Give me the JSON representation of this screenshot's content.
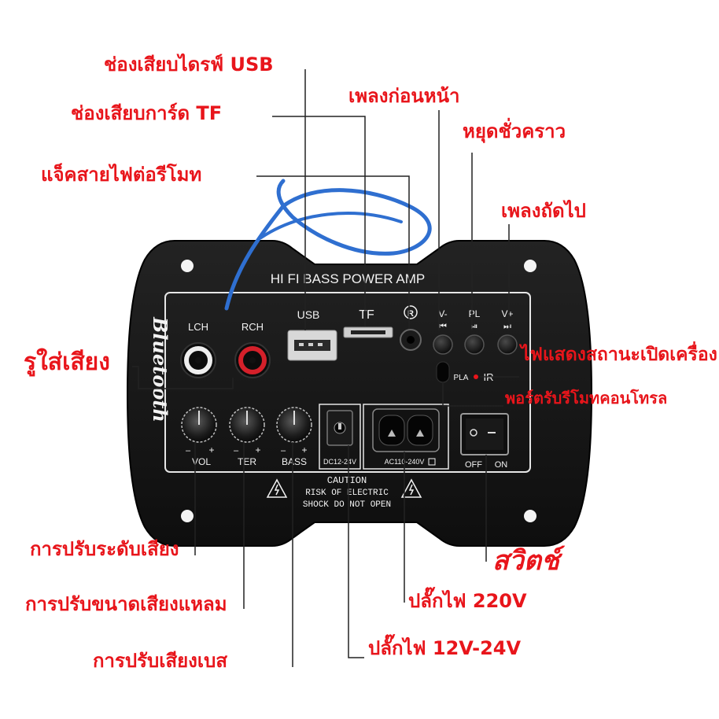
{
  "colors": {
    "callout": "#e8151b",
    "panel": "#141414",
    "silkscreen": "#f2f2f2",
    "wire": "#2f6fd0",
    "rca_left_ring": "#eeeeee",
    "rca_right_ring": "#d4202a"
  },
  "panel": {
    "title": "HI FI BASS POWER AMP",
    "brand": "Bluetooth",
    "lch": "LCH",
    "rch": "RCH",
    "usb": "USB",
    "tf": "TF",
    "ir_symbol": "R",
    "btn_prev": "V-",
    "btn_play": "PL",
    "btn_next": "V+",
    "prev_glyph": "⏮",
    "play_glyph": "⏯",
    "next_glyph": "⏭",
    "pla": "PLA",
    "ir": "IR",
    "vol": "VOL",
    "ter": "TER",
    "bass": "BASS",
    "minus": "–",
    "plus": "+",
    "dc": "DC12-24V",
    "ac": "AC110-240V",
    "switch_off": "OFF",
    "switch_on": "ON",
    "caution": "CAUTION",
    "caution_line1": "RISK OF ELECTRIC",
    "caution_line2": "SHOCK DO NOT OPEN"
  },
  "callouts": {
    "usb_port": "ช่องเสียบไดรฟ์ USB",
    "tf_slot": "ช่องเสียบการ์ด TF",
    "remote_jack": "แจ็คสายไฟต่อรีโมท",
    "prev_track": "เพลงก่อนหน้า",
    "pause": "หยุดชั่วคราว",
    "next_track": "เพลงถัดไป",
    "audio_input": "รูใส่เสียง",
    "power_led": "ไฟแสดงสถานะเปิดเครื่อง",
    "ir_receiver": "พอร์ตรับรีโมทคอนโทรล",
    "volume": "การปรับระดับเสียง",
    "treble": "การปรับขนาดเสียงแหลม",
    "bass": "การปรับเสียงเบส",
    "switch": "สวิตช์",
    "ac_plug": "ปลั๊กไฟ 220V",
    "dc_plug": "ปลั๊กไฟ 12V-24V"
  }
}
